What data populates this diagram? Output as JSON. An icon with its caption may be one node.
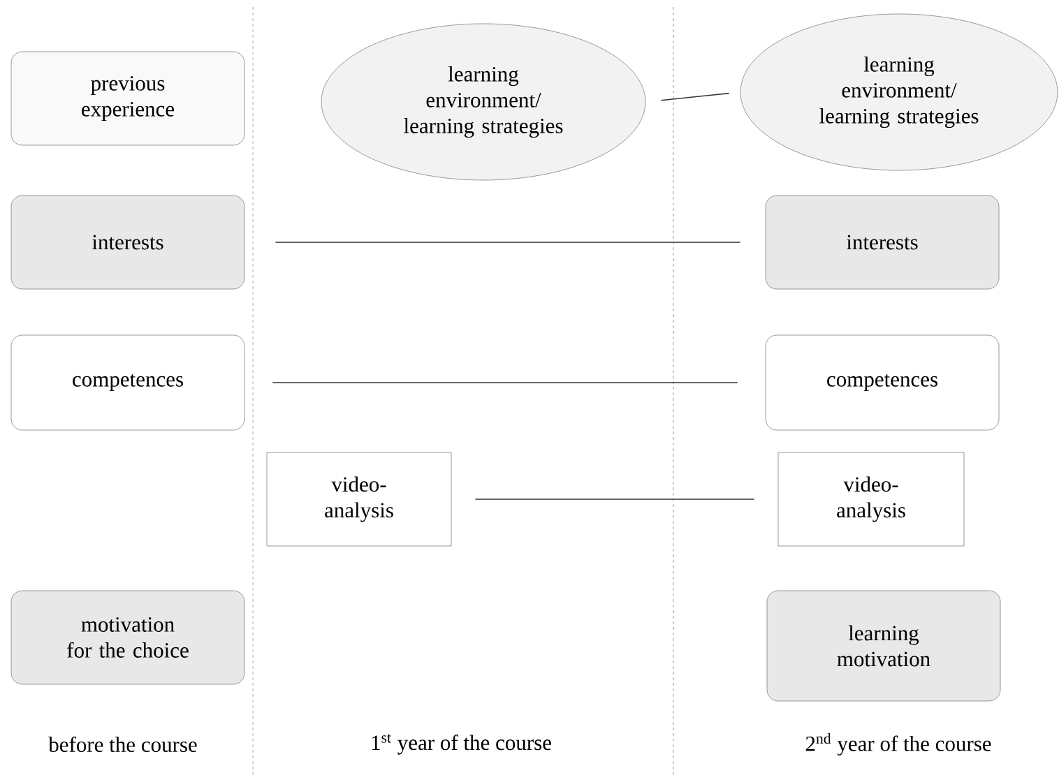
{
  "diagram": {
    "nodes": [
      {
        "text": [
          "previous experience"
        ]
      },
      {
        "text": [
          "learning environment/ learning strategies"
        ]
      },
      {
        "text": [
          "learning environment/ learning strategies"
        ]
      },
      {
        "text": [
          "interests"
        ]
      },
      {
        "text": [
          "interests"
        ]
      },
      {
        "text": [
          "competences"
        ]
      },
      {
        "text": [
          "competences"
        ]
      },
      {
        "text": [
          "video-analysis"
        ]
      },
      {
        "text": [
          "video-analysis"
        ]
      },
      {
        "text": [
          "motivation for the choice"
        ]
      },
      {
        "text": [
          "learning motivation"
        ]
      }
    ],
    "edges": [
      {
        "from": 1,
        "to": 2,
        "arrow": "none"
      },
      {
        "from": 3,
        "to": 4,
        "arrow": "none"
      },
      {
        "from": 5,
        "to": 6,
        "arrow": "none"
      },
      {
        "from": 7,
        "to": 8,
        "arrow": "none"
      }
    ],
    "labels": [
      "before the course",
      "1$^{st}$ year of the course",
      "2$^{nd}$ year of the course"
    ]
  }
}
